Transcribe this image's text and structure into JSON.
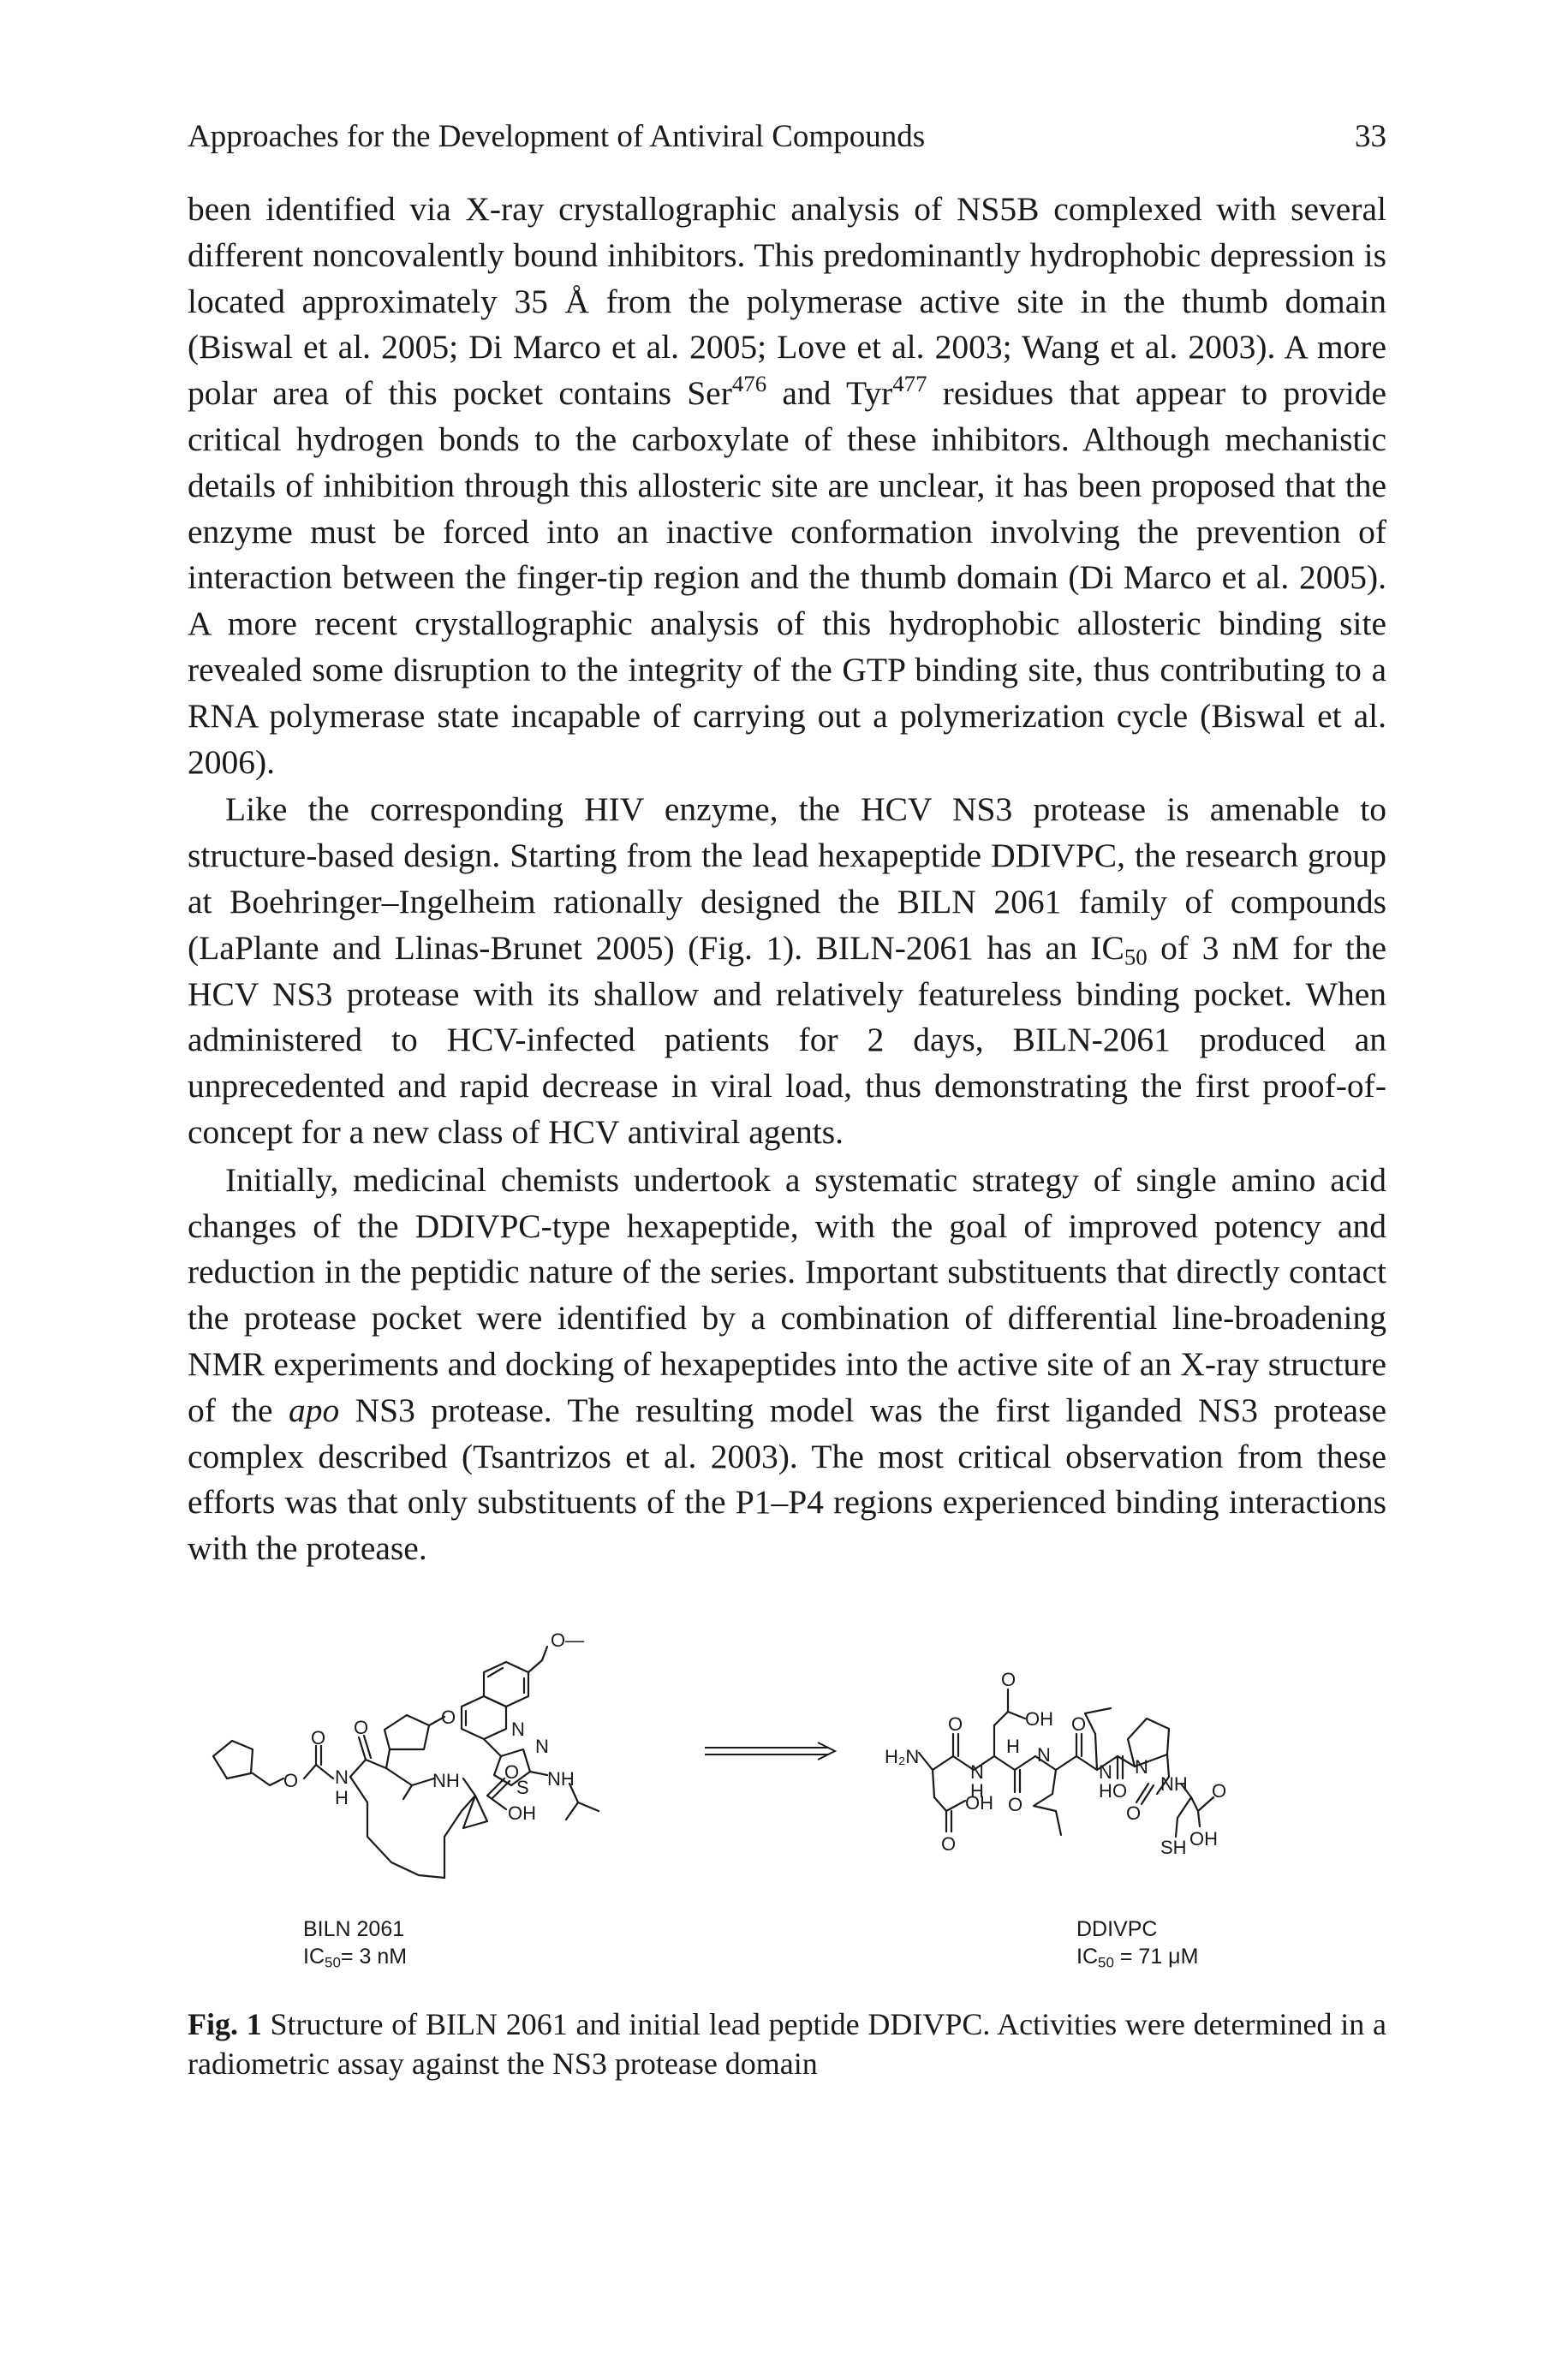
{
  "header": {
    "running_title": "Approaches for the Development of Antiviral Compounds",
    "page_number": "33"
  },
  "paragraphs": {
    "p1": {
      "a": "been identified via X-ray crystallographic analysis of NS5B complexed with several different noncovalently bound inhibitors. This predominantly hydrophobic depression is located approximately 35 Å from the polymerase active site in the thumb domain (Biswal et al. 2005; Di Marco et al. 2005; Love et al. 2003; Wang et al. 2003). A more polar area of this pocket contains Ser",
      "sup1": "476",
      "b": " and Tyr",
      "sup2": "477",
      "c": " residues that appear to provide critical hydrogen bonds to the carboxylate of these inhibitors. Although mechanistic details of inhibition through this allosteric site are unclear, it has been proposed that the enzyme must be forced into an inactive conformation involving the prevention of interaction between the finger-tip region and the thumb domain (Di Marco et al. 2005). A more recent crystallographic analysis of this hydrophobic allosteric binding site revealed some disruption to the integrity of the GTP binding site, thus contributing to a RNA polymerase state incapable of carrying out a polymerization cycle (Biswal et al. 2006)."
    },
    "p2": {
      "a": "Like the corresponding HIV enzyme, the HCV NS3 protease is amenable to structure-based design. Starting from the lead hexapeptide DDIVPC, the research group at Boehringer–Ingelheim rationally designed the BILN 2061 family of compounds (LaPlante and Llinas-Brunet 2005) (Fig. 1). BILN-2061 has an IC",
      "sub1": "50",
      "b": " of 3 nM for the HCV NS3 protease with its shallow and relatively featureless binding pocket. When administered to HCV-infected patients for 2 days, BILN-2061 produced an unprecedented and rapid decrease in viral load, thus demonstrating the first proof-of-concept for a new class of HCV antiviral agents."
    },
    "p3": {
      "a": "Initially, medicinal chemists undertook a systematic strategy of single amino acid changes of the DDIVPC-type hexapeptide, with the goal of improved potency and reduction in the peptidic nature of the series. Important substituents that directly contact the protease pocket were identified by a combination of differential line-broadening NMR experiments and docking of hexapeptides into the active site of an X-ray structure of the ",
      "em": "apo",
      "b": " NS3 protease. The resulting model was the first liganded NS3 protease complex described (Tsantrizos et al. 2003). The most critical observation from these efforts was that only substituents of the P1–P4 regions experienced binding interactions with the protease."
    }
  },
  "figure": {
    "left_compound": {
      "name": "BILN 2061",
      "ic50_prefix": "IC",
      "ic50_sub": "50",
      "ic50_value": "= 3 nM",
      "atoms": {
        "o_methoxy": "O—",
        "o_ether": "O",
        "n_quinoline": "N",
        "n_thiazole": "N",
        "s_thiazole": "S",
        "nh_amine": "NH",
        "o_carbamate1": "O",
        "o_carbamate2": "O",
        "nh_carbamate": "N",
        "h_carbamate": "H",
        "o_amide": "O",
        "nh_amide": "NH",
        "o_acid": "O",
        "oh_acid": "OH"
      }
    },
    "right_compound": {
      "name": "DDIVPC",
      "ic50_prefix": "IC",
      "ic50_sub": "50",
      "ic50_value": " = 71 μM",
      "atoms": {
        "h2n": "H₂N",
        "o1": "O",
        "n1": "N",
        "h1": "H",
        "o2": "O",
        "oh1": "OH",
        "o_top": "O",
        "oh_top": "OH",
        "h2": "H",
        "n2": "N",
        "o3": "O",
        "o4": "O",
        "n3": "N",
        "h3": "H",
        "o5": "O",
        "n_pro": "N",
        "o6": "O",
        "nh": "NH",
        "o7": "O",
        "oh2": "OH",
        "sh": "SH"
      }
    }
  },
  "caption": {
    "label": "Fig. 1",
    "text": " Structure of BILN 2061 and initial lead peptide DDIVPC. Activities were determined in a radiometric assay against the NS3 protease domain"
  }
}
